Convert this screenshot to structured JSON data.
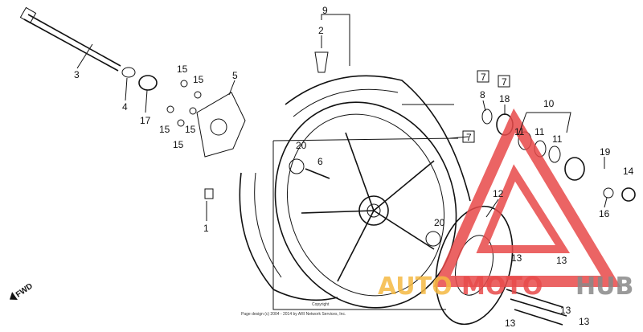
{
  "diagram": {
    "callouts": [
      "9",
      "2",
      "3",
      "4",
      "17",
      "15",
      "15",
      "15",
      "15",
      "15",
      "5",
      "20",
      "6",
      "1",
      "7",
      "7",
      "8",
      "18",
      "10",
      "11",
      "11",
      "11",
      "7",
      "19",
      "14",
      "16",
      "12",
      "20",
      "13",
      "13",
      "13",
      "13",
      "13"
    ],
    "fwd_label": "FWD",
    "copyright_title": "Copyright",
    "copyright_text": "Page design (c) 2004 - 2014 by ARI Network Services, Inc."
  },
  "watermark": {
    "text_part1": "AUTO",
    "text_part2": "MOTO",
    "text_part3": "HUB",
    "colors": {
      "orange": "#f5b942",
      "red": "#e84a4a",
      "gray": "#888888"
    }
  }
}
